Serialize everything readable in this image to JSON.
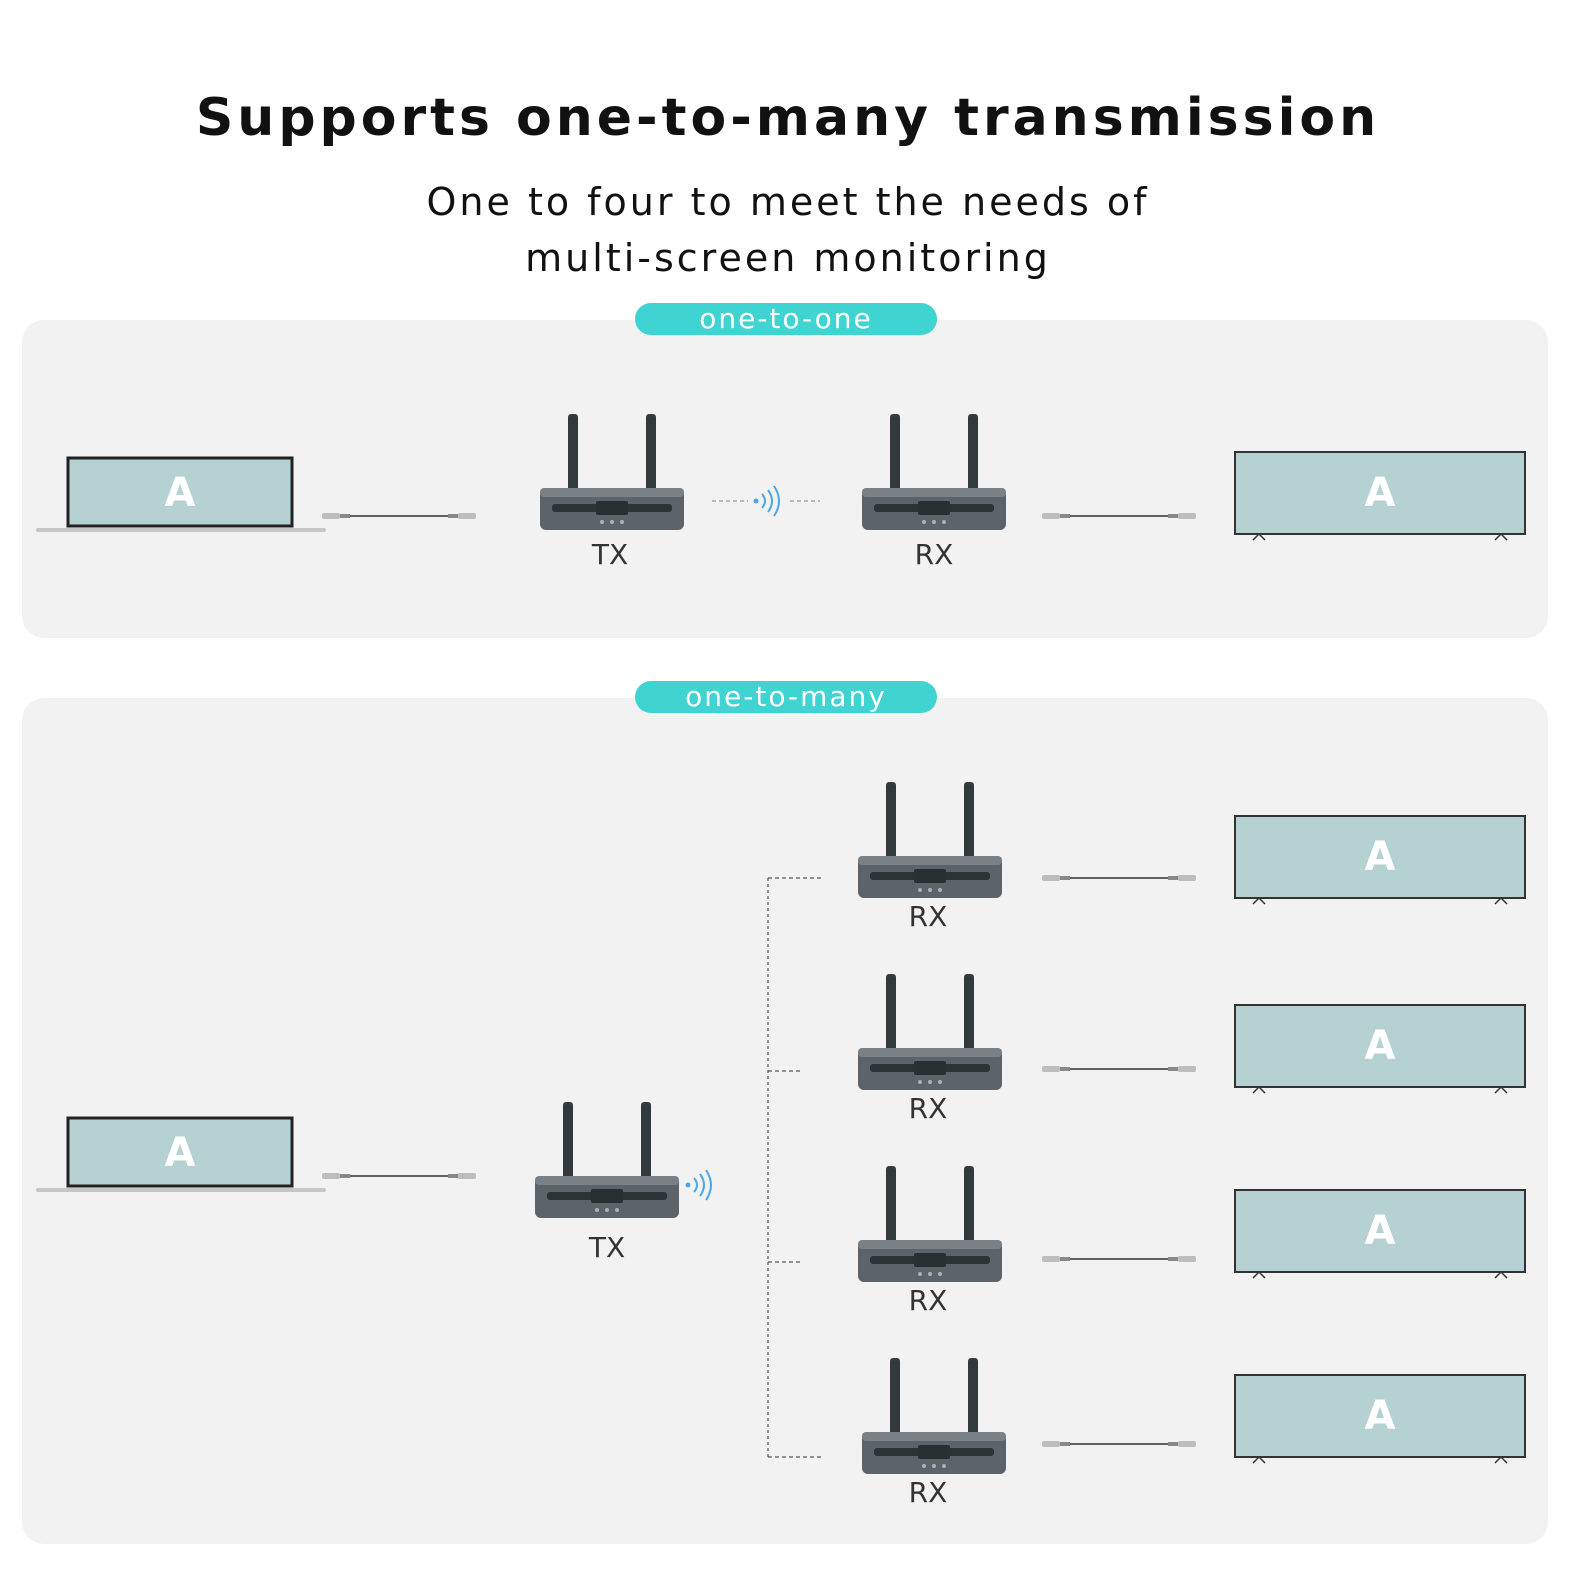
{
  "heading": {
    "title": "Supports one-to-many transmission",
    "subtitle_line1": "One to four to meet the needs of",
    "subtitle_line2": "multi-screen monitoring"
  },
  "sections": {
    "one_to_one": {
      "pill": "one-to-one",
      "tx_label": "TX",
      "rx_label": "RX",
      "screen_letter": "A"
    },
    "one_to_many": {
      "pill": "one-to-many",
      "tx_label": "TX",
      "rx_labels": [
        "RX",
        "RX",
        "RX",
        "RX"
      ],
      "screen_letter": "A"
    }
  },
  "colors": {
    "pill": "#3fd3d1",
    "screen": "#b6d1d1",
    "device": "#5d6469",
    "panel": "#f2f2f2",
    "signal": "#4aa8e8"
  }
}
